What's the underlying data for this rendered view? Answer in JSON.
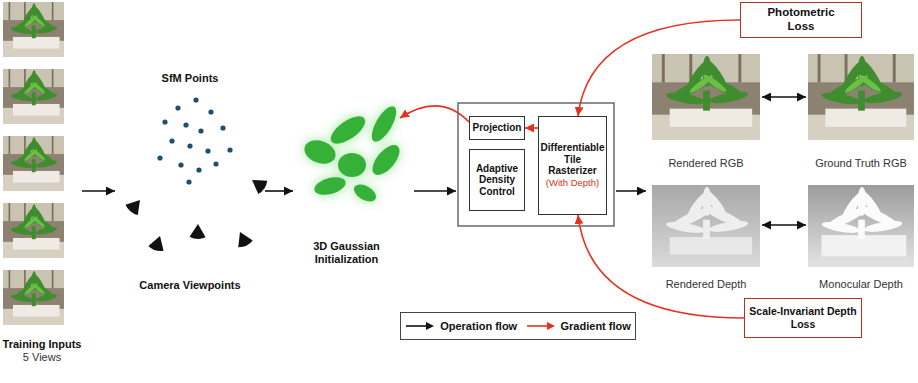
{
  "diagram": {
    "nodes": [
      {
        "text": [
          "Training Inputs",
          "5 Views"
        ]
      },
      {
        "text": [
          "SfM Points",
          "Camera Viewpoints"
        ]
      },
      {
        "text": [
          "3D Gaussian Initialization"
        ]
      },
      {
        "text": [
          "Projection"
        ]
      },
      {
        "text": [
          "Adaptive Density Control"
        ]
      },
      {
        "text": [
          "Differentiable Tile Rasterizer",
          "(With Depth)"
        ]
      },
      {
        "text": [
          "Photometric Loss"
        ]
      },
      {
        "text": [
          "Rendered RGB"
        ]
      },
      {
        "text": [
          "Ground Truth RGB"
        ]
      },
      {
        "text": [
          "Rendered Depth"
        ]
      },
      {
        "text": [
          "Monocular Depth"
        ]
      },
      {
        "text": [
          "Scale-Invariant Depth Loss"
        ]
      }
    ],
    "edges": [
      {
        "from": 0,
        "to": 1,
        "arrow": "to"
      },
      {
        "from": 1,
        "to": 2,
        "arrow": "to"
      },
      {
        "from": 6,
        "to": 5,
        "arrow": "to"
      },
      {
        "from": 11,
        "to": 5,
        "arrow": "to"
      },
      {
        "from": 5,
        "to": 3,
        "arrow": "to"
      },
      {
        "from": 3,
        "to": 2,
        "arrow": "to"
      },
      {
        "from": 7,
        "to": 8,
        "arrow": "both"
      },
      {
        "from": 9,
        "to": 10,
        "arrow": "both"
      }
    ],
    "legend": [
      {
        "text": "Operation flow"
      },
      {
        "text": "Gradient flow"
      }
    ]
  }
}
